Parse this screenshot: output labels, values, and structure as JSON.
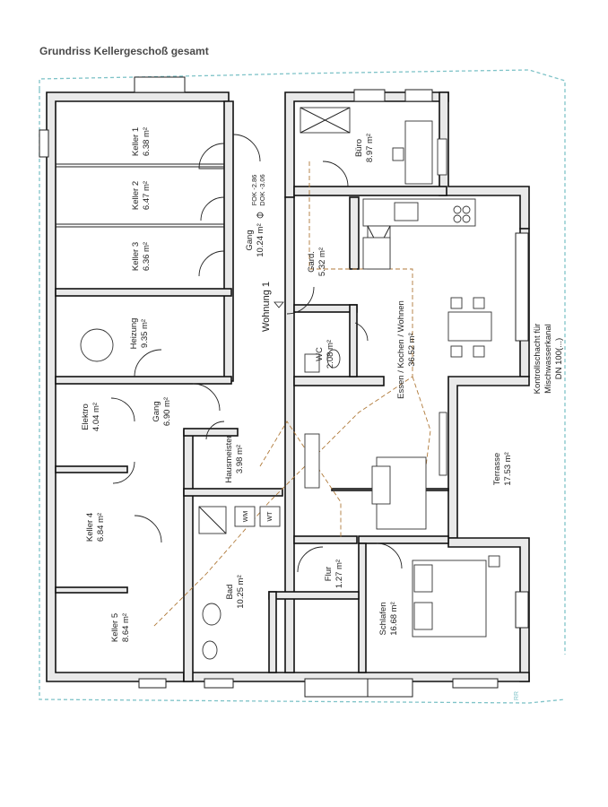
{
  "title": "Grundriss Kellergeschoß gesamt",
  "rooms": [
    {
      "id": "keller1",
      "name": "Keller 1",
      "area": "6.38 m²"
    },
    {
      "id": "keller2",
      "name": "Keller 2",
      "area": "6.47 m²"
    },
    {
      "id": "keller3",
      "name": "Keller 3",
      "area": "6.36 m²"
    },
    {
      "id": "heizung",
      "name": "Heizung",
      "area": "9.35 m²"
    },
    {
      "id": "elektro",
      "name": "Elektro",
      "area": "4.04 m²"
    },
    {
      "id": "gang2",
      "name": "Gang",
      "area": "6.90 m²"
    },
    {
      "id": "keller4",
      "name": "Keller 4",
      "area": "6.84 m²"
    },
    {
      "id": "keller5",
      "name": "Keller 5",
      "area": "8.64 m²"
    },
    {
      "id": "hausmeister",
      "name": "Hausmeister",
      "area": "3.98 m²"
    },
    {
      "id": "gang1",
      "name": "Gang",
      "area": "10.24 m²"
    },
    {
      "id": "buero",
      "name": "Büro",
      "area": "8.97 m²"
    },
    {
      "id": "gard",
      "name": "Gard.",
      "area": "5.32 m²"
    },
    {
      "id": "wc",
      "name": "WC",
      "area": "2.08 m²"
    },
    {
      "id": "essen",
      "name": "Essen / Kochen / Wohnen",
      "area": "36.52 m²"
    },
    {
      "id": "bad",
      "name": "Bad",
      "area": "10.25 m²"
    },
    {
      "id": "flur",
      "name": "Flur",
      "area": "1.27 m²"
    },
    {
      "id": "schlafen",
      "name": "Schlafen",
      "area": "16.68 m²"
    },
    {
      "id": "terrasse",
      "name": "Terrasse",
      "area": "17.53 m²"
    }
  ],
  "labels": {
    "wohnung": "Wohnung 1",
    "fok": "FOK -2.86",
    "dok": "DOK -3.06",
    "wm": "WM",
    "wt": "WT",
    "kontroll_1": "Kontrollschacht für",
    "kontroll_2": "Mischwasserkanal",
    "kontroll_3": "DN 100(...)",
    "rr": "RR"
  },
  "colors": {
    "wall_fill": "#e9e9e9",
    "guide": "#7fc3c8",
    "dashed_lines": "#b07a3a"
  }
}
